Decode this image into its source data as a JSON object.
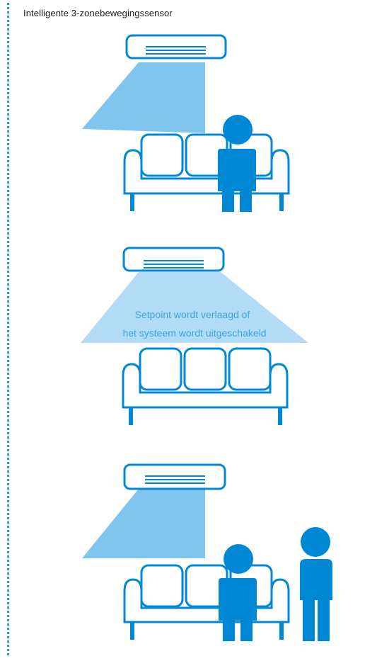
{
  "heading": "Intelligente 3-zonebewegingssensor",
  "colors": {
    "primary": "#0088d5",
    "beam_strong": "#7fc5ee",
    "beam_light": "#b2dcf5",
    "dots": "#1e98d7",
    "label_text": "#3aa5e2"
  },
  "panels": [
    {
      "id": "person-seated",
      "beam": "narrow",
      "persons": [
        "seated"
      ]
    },
    {
      "id": "no-person",
      "beam": "wide",
      "persons": [],
      "label_lines": [
        "Setpoint wordt verlaagd of",
        "het systeem wordt uitgeschakeld"
      ]
    },
    {
      "id": "two-persons",
      "beam": "narrow",
      "persons": [
        "seated",
        "standing"
      ]
    }
  ]
}
